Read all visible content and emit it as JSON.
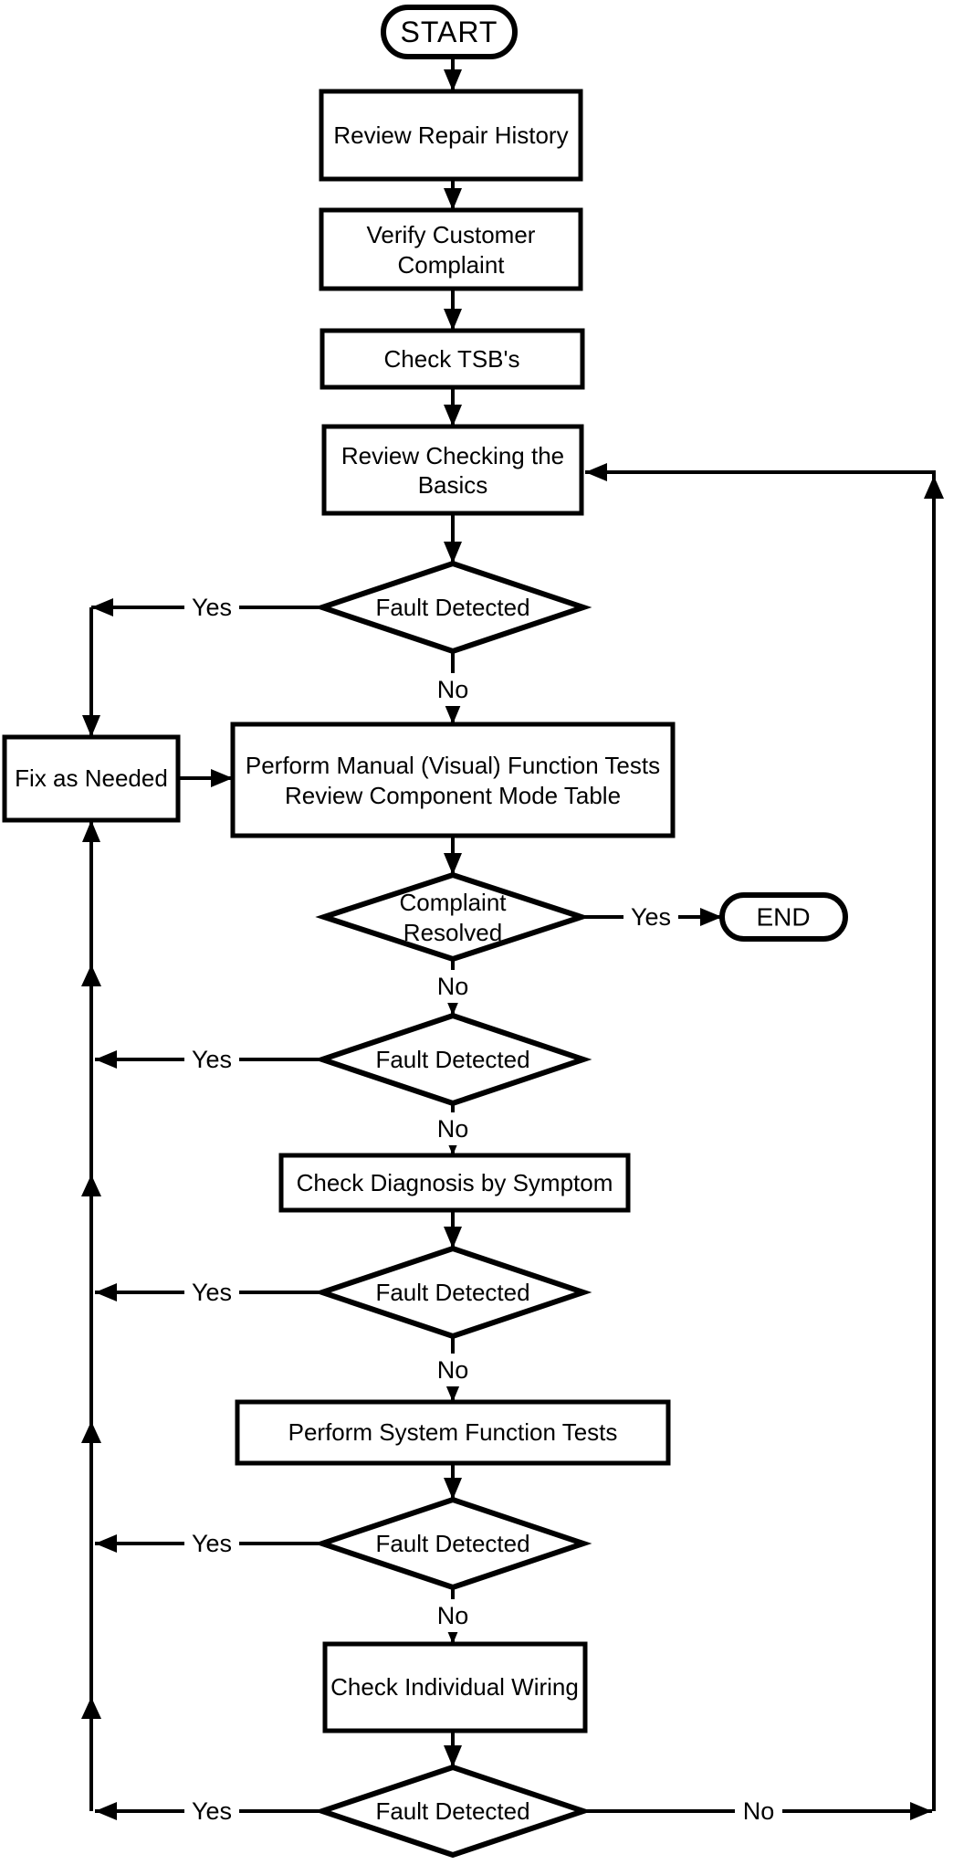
{
  "flowchart": {
    "terminal_start": "START",
    "terminal_end": "END",
    "label_yes": "Yes",
    "label_no": "No",
    "steps": {
      "review_repair_history": "Review Repair History",
      "verify_customer_line1": "Verify Customer",
      "verify_customer_line2": "Complaint",
      "check_tsbs": "Check TSB's",
      "review_basics_line1": "Review Checking the",
      "review_basics_line2": "Basics",
      "fault_detected": "Fault Detected",
      "fix_as_needed": "Fix as Needed",
      "perform_manual_line1": "Perform Manual (Visual) Function Tests",
      "perform_manual_line2": "Review Component Mode Table",
      "complaint_resolved_line1": "Complaint",
      "complaint_resolved_line2": "Resolved",
      "check_diagnosis_by_symptom": "Check Diagnosis by Symptom",
      "perform_system_function_tests": "Perform System Function Tests",
      "check_individual_wiring": "Check Individual Wiring"
    },
    "colors": {
      "ink": "#000000",
      "paper": "#ffffff"
    }
  }
}
